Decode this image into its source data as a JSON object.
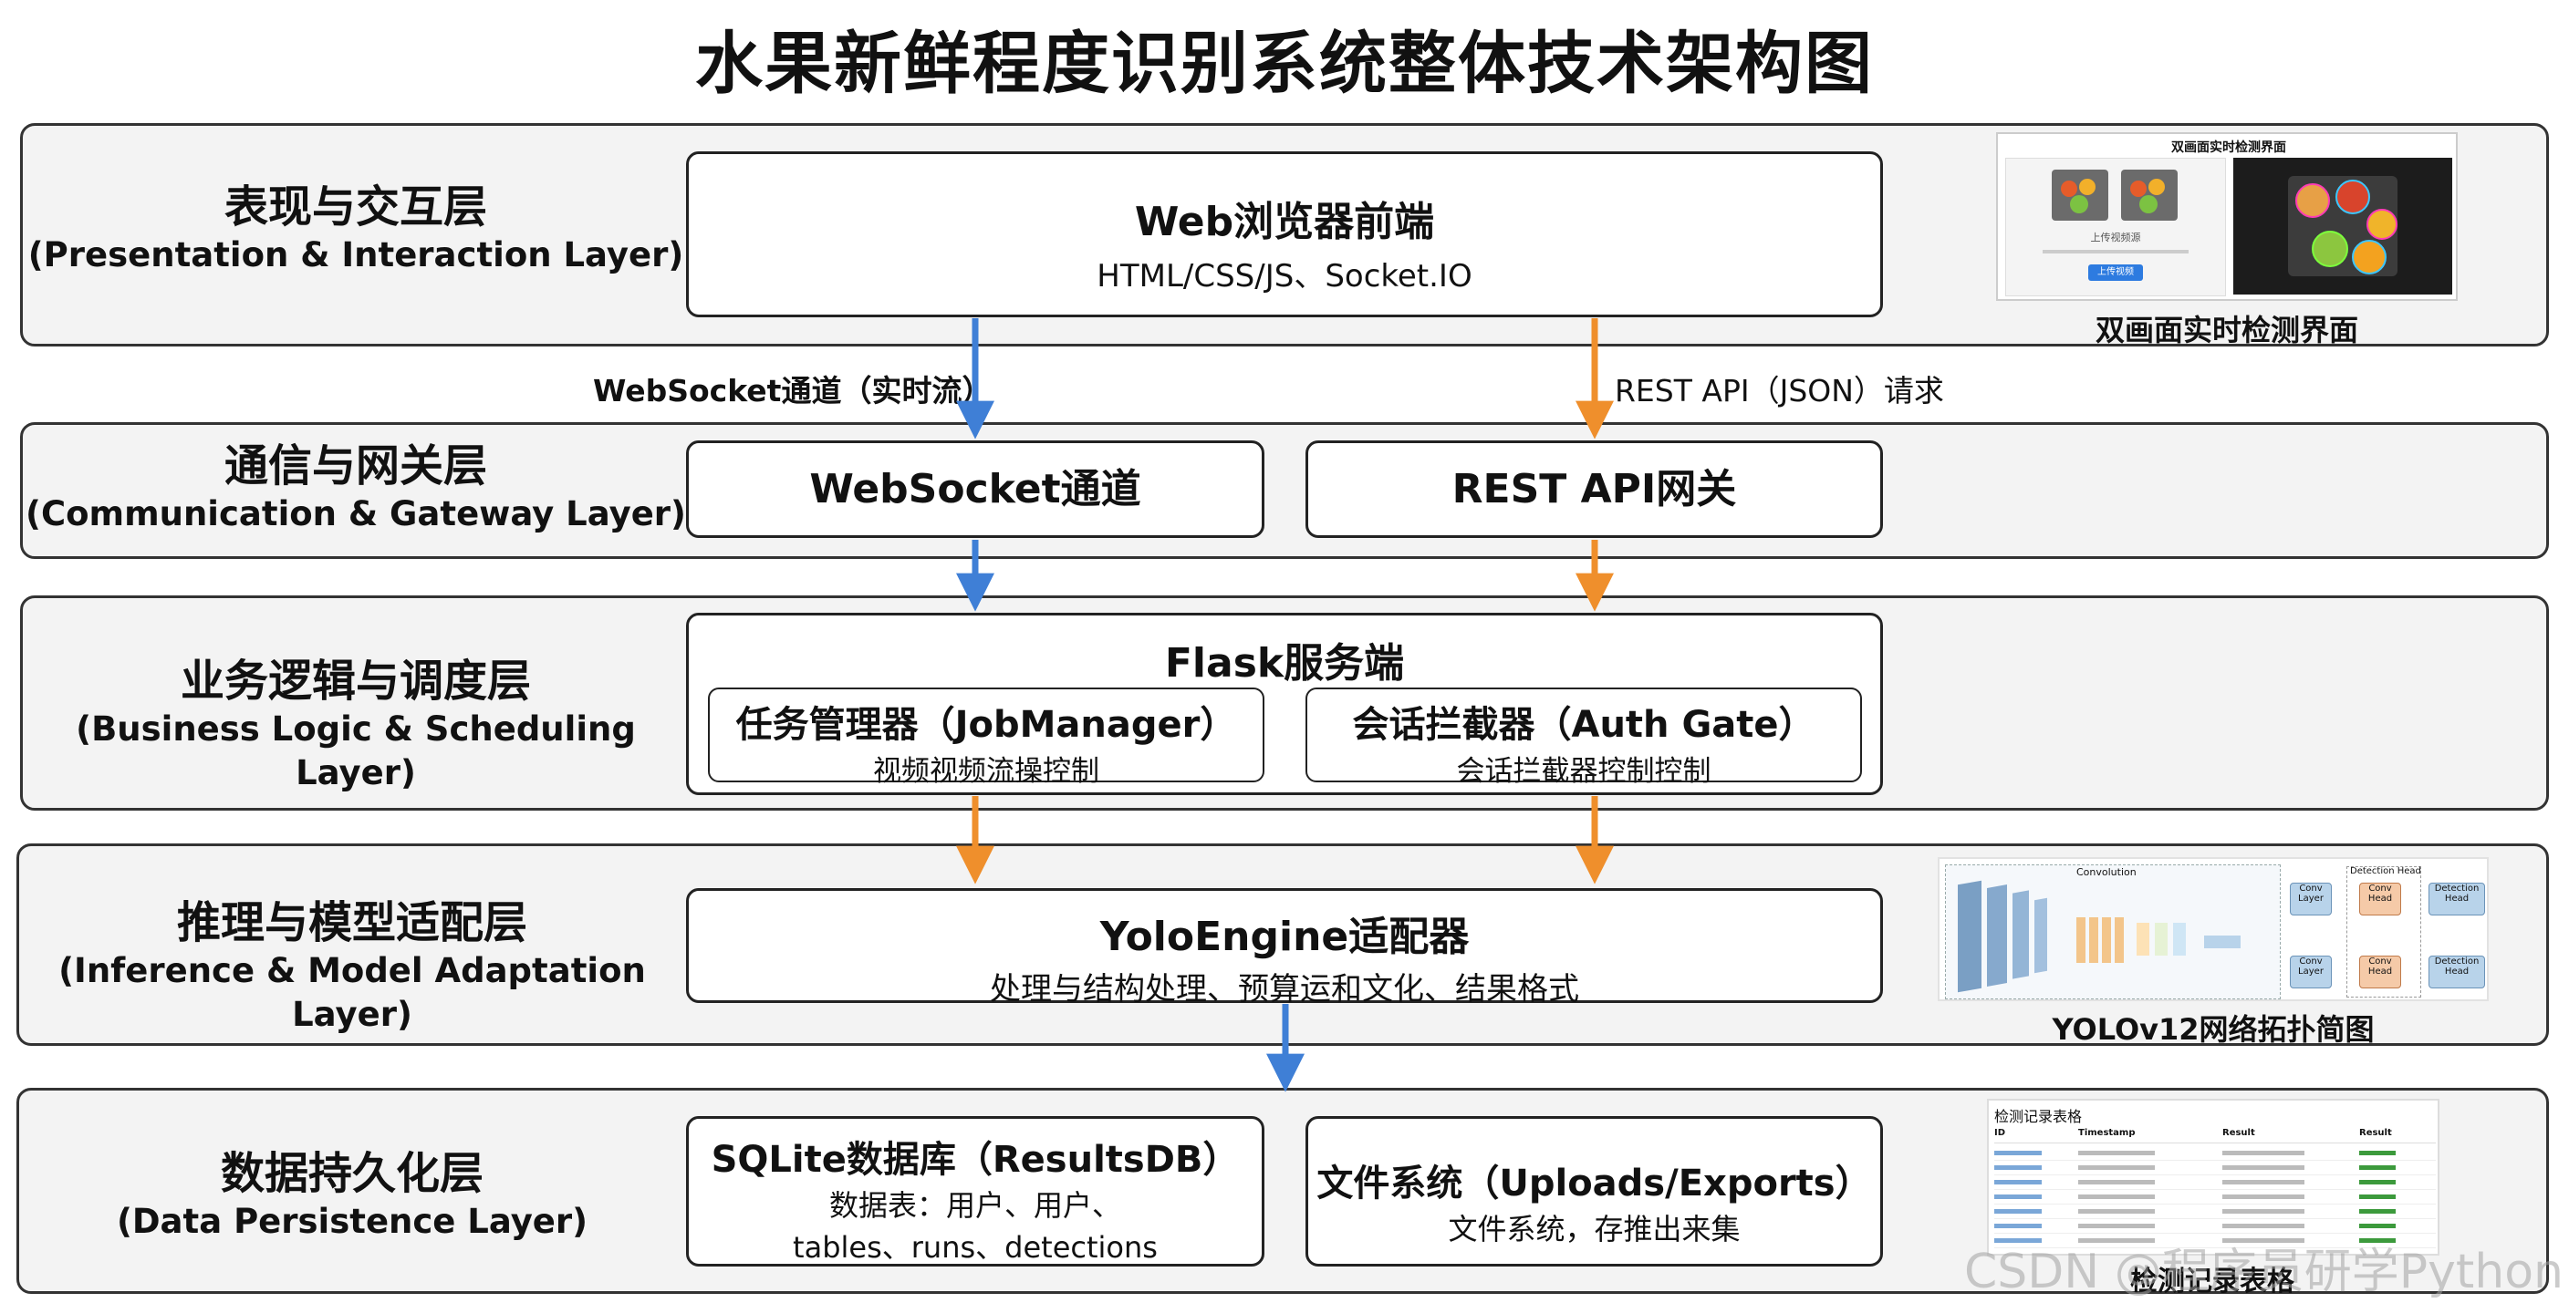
{
  "title": "水果新鲜程度识别系统整体技术架构图",
  "colors": {
    "blue_arrow": "#3f7fd6",
    "orange_arrow": "#ef8f2c",
    "border": "#333333",
    "layer_bg": "#f3f3f3"
  },
  "layers": {
    "presentation": {
      "zh": "表现与交互层",
      "en": "(Presentation & Interaction Layer)",
      "browser": {
        "title": "Web浏览器前端",
        "subtitle": "HTML/CSS/JS、Socket.IO"
      },
      "screenshot": {
        "header": "双画面实时检测界面",
        "upload_text": "上传视频源",
        "upload_button": "上传视频",
        "caption": "双画面实时检测界面"
      }
    },
    "edges": {
      "websocket": "WebSocket通道（实时流）",
      "rest": "REST API（JSON）请求"
    },
    "communication": {
      "zh": "通信与网关层",
      "en": "(Communication & Gateway Layer)",
      "websocket_box": "WebSocket通道",
      "rest_box": "REST API网关"
    },
    "business": {
      "zh": "业务逻辑与调度层",
      "en": "(Business Logic & Scheduling Layer)",
      "flask": "Flask服务端",
      "jobmanager": {
        "title": "任务管理器（JobManager）",
        "subtitle": "视频视频流操控制"
      },
      "authgate": {
        "title": "会话拦截器（Auth Gate）",
        "subtitle": "会话拦截器控制控制"
      }
    },
    "inference": {
      "zh": "推理与模型适配层",
      "en": "(Inference & Model Adaptation Layer)",
      "engine": {
        "title": "YoloEngine适配器",
        "subtitle": "处理与结构处理、预算运和文化、结果格式"
      },
      "network": {
        "convolution_label": "Convolution",
        "detection_head_label": "Detection Head",
        "conv_layer": "Conv Layer",
        "conv_head": "Conv Head",
        "detection_head": "Detection Head",
        "caption": "YOLOv12网络拓扑简图"
      }
    },
    "persistence": {
      "zh": "数据持久化层",
      "en": "(Data Persistence Layer)",
      "sqlite": {
        "title": "SQLite数据库（ResultsDB）",
        "line1": "数据表：用户、用户、",
        "line2": "tables、runs、detections"
      },
      "filesystem": {
        "title": "文件系统（Uploads/Exports）",
        "subtitle": "文件系统，存推出来集"
      },
      "table": {
        "header": "检测记录表格",
        "columns": [
          "ID",
          "Timestamp",
          "Result",
          "Result"
        ],
        "caption": "检测记录表格"
      }
    }
  },
  "watermark": "CSDN @程序员研学Python"
}
